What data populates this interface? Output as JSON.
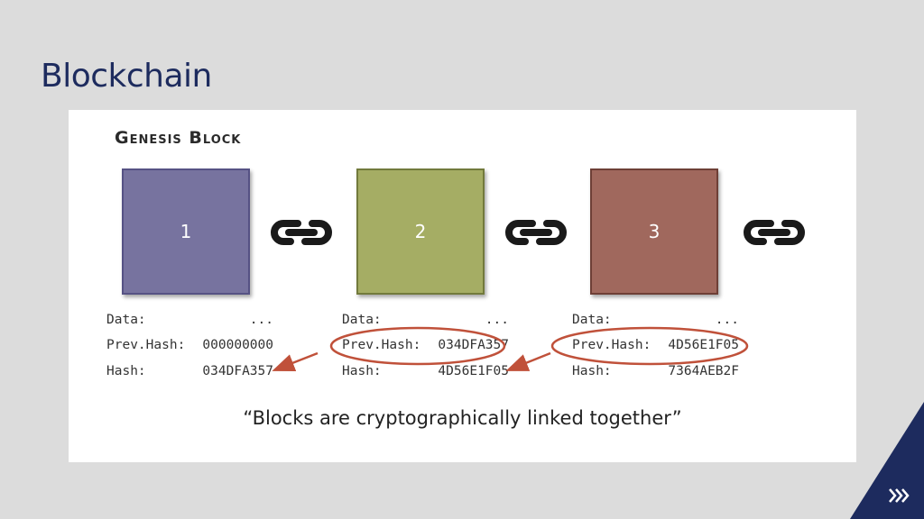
{
  "slide": {
    "title": "Blockchain",
    "genesis_label": "Genesis Block",
    "caption": "“Blocks are cryptographically linked together”"
  },
  "blocks": [
    {
      "number": "1",
      "color": "#77739f",
      "data_label": "Data:",
      "data_value": "...",
      "prev_label": "Prev.Hash:",
      "prev_value": "000000000",
      "hash_label": "Hash:",
      "hash_value": "034DFA357"
    },
    {
      "number": "2",
      "color": "#a5ad64",
      "data_label": "Data:",
      "data_value": "...",
      "prev_label": "Prev.Hash:",
      "prev_value": "034DFA357",
      "hash_label": "Hash:",
      "hash_value": "4D56E1F05"
    },
    {
      "number": "3",
      "color": "#a0685d",
      "data_label": "Data:",
      "data_value": "...",
      "prev_label": "Prev.Hash:",
      "prev_value": "4D56E1F05",
      "hash_label": "Hash:",
      "hash_value": "7364AEB2F"
    }
  ],
  "icons": {
    "link": "chain-link-icon",
    "brand": "double-chevron-icon"
  },
  "colors": {
    "title": "#1d2b5e",
    "highlight": "#c0513a",
    "corner": "#1d2b5e"
  }
}
